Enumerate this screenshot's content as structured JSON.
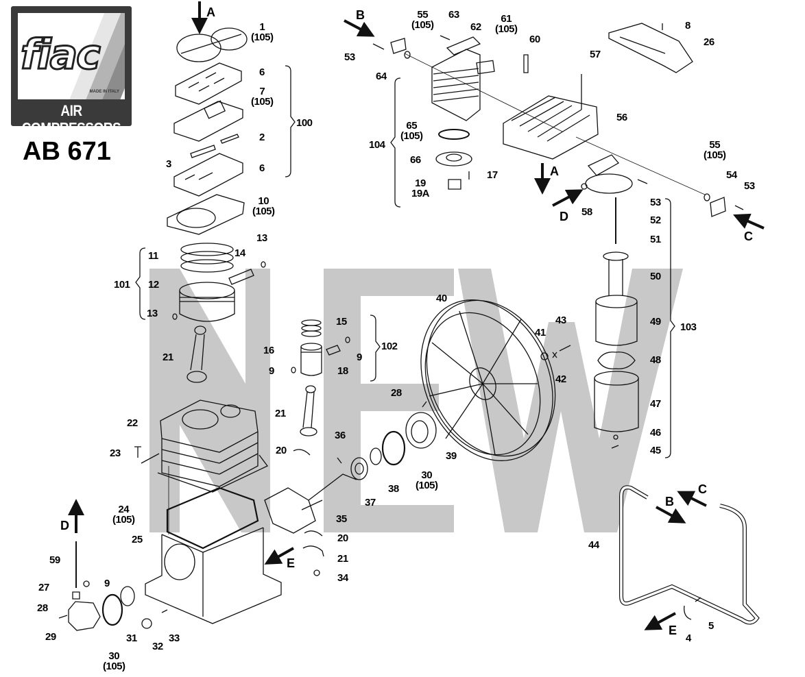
{
  "diagram": {
    "title_model": "AB 671",
    "watermark_text": "NEW",
    "watermark_color": "#c8c8c8",
    "logo": {
      "brand": "fiac",
      "tagline": "AIR COMPRESSORS",
      "made_in": "MADE IN ITALY",
      "frame_color": "#3a3a3a",
      "stripe_colors": [
        "#e6e6e6",
        "#b4b4b4",
        "#8c8c8c"
      ]
    },
    "view_arrows": [
      {
        "id": "A-top",
        "letter": "A"
      },
      {
        "id": "B-top",
        "letter": "B"
      },
      {
        "id": "A-head",
        "letter": "A"
      },
      {
        "id": "D-filter",
        "letter": "D"
      },
      {
        "id": "C-right",
        "letter": "C"
      },
      {
        "id": "D-left",
        "letter": "D"
      },
      {
        "id": "E-crank",
        "letter": "E"
      },
      {
        "id": "B-pipe",
        "letter": "B"
      },
      {
        "id": "C-pipe",
        "letter": "C"
      },
      {
        "id": "E-pipe",
        "letter": "E"
      }
    ],
    "callouts": [
      {
        "num": "1",
        "kit": "(105)"
      },
      {
        "num": "6",
        "kit": ""
      },
      {
        "num": "7",
        "kit": "(105)"
      },
      {
        "num": "2",
        "kit": ""
      },
      {
        "num": "3",
        "kit": ""
      },
      {
        "num": "6",
        "kit": ""
      },
      {
        "num": "10",
        "kit": "(105)"
      },
      {
        "num": "100",
        "kit": ""
      },
      {
        "num": "11",
        "kit": ""
      },
      {
        "num": "13",
        "kit": ""
      },
      {
        "num": "14",
        "kit": ""
      },
      {
        "num": "101",
        "kit": ""
      },
      {
        "num": "12",
        "kit": ""
      },
      {
        "num": "13",
        "kit": ""
      },
      {
        "num": "21",
        "kit": ""
      },
      {
        "num": "15",
        "kit": ""
      },
      {
        "num": "16",
        "kit": ""
      },
      {
        "num": "9",
        "kit": ""
      },
      {
        "num": "18",
        "kit": ""
      },
      {
        "num": "9",
        "kit": ""
      },
      {
        "num": "102",
        "kit": ""
      },
      {
        "num": "21",
        "kit": ""
      },
      {
        "num": "22",
        "kit": ""
      },
      {
        "num": "23",
        "kit": ""
      },
      {
        "num": "20",
        "kit": ""
      },
      {
        "num": "36",
        "kit": ""
      },
      {
        "num": "28",
        "kit": ""
      },
      {
        "num": "39",
        "kit": ""
      },
      {
        "num": "37",
        "kit": ""
      },
      {
        "num": "38",
        "kit": ""
      },
      {
        "num": "30",
        "kit": "(105)"
      },
      {
        "num": "35",
        "kit": ""
      },
      {
        "num": "20",
        "kit": ""
      },
      {
        "num": "21",
        "kit": ""
      },
      {
        "num": "34",
        "kit": ""
      },
      {
        "num": "24",
        "kit": "(105)"
      },
      {
        "num": "25",
        "kit": ""
      },
      {
        "num": "59",
        "kit": ""
      },
      {
        "num": "27",
        "kit": ""
      },
      {
        "num": "9",
        "kit": ""
      },
      {
        "num": "28",
        "kit": ""
      },
      {
        "num": "29",
        "kit": ""
      },
      {
        "num": "30",
        "kit": "(105)"
      },
      {
        "num": "31",
        "kit": ""
      },
      {
        "num": "32",
        "kit": ""
      },
      {
        "num": "33",
        "kit": ""
      },
      {
        "num": "53",
        "kit": ""
      },
      {
        "num": "55",
        "kit": "(105)"
      },
      {
        "num": "63",
        "kit": ""
      },
      {
        "num": "62",
        "kit": ""
      },
      {
        "num": "61",
        "kit": "(105)"
      },
      {
        "num": "60",
        "kit": ""
      },
      {
        "num": "64",
        "kit": ""
      },
      {
        "num": "104",
        "kit": ""
      },
      {
        "num": "65",
        "kit": "(105)"
      },
      {
        "num": "66",
        "kit": ""
      },
      {
        "num": "17",
        "kit": ""
      },
      {
        "num": "19",
        "kit": "19A"
      },
      {
        "num": "8",
        "kit": ""
      },
      {
        "num": "26",
        "kit": ""
      },
      {
        "num": "57",
        "kit": ""
      },
      {
        "num": "56",
        "kit": ""
      },
      {
        "num": "55",
        "kit": "(105)"
      },
      {
        "num": "54",
        "kit": ""
      },
      {
        "num": "53",
        "kit": ""
      },
      {
        "num": "53",
        "kit": ""
      },
      {
        "num": "58",
        "kit": ""
      },
      {
        "num": "52",
        "kit": ""
      },
      {
        "num": "51",
        "kit": ""
      },
      {
        "num": "50",
        "kit": ""
      },
      {
        "num": "40",
        "kit": ""
      },
      {
        "num": "49",
        "kit": ""
      },
      {
        "num": "103",
        "kit": ""
      },
      {
        "num": "43",
        "kit": ""
      },
      {
        "num": "41",
        "kit": ""
      },
      {
        "num": "42",
        "kit": ""
      },
      {
        "num": "48",
        "kit": ""
      },
      {
        "num": "47",
        "kit": ""
      },
      {
        "num": "46",
        "kit": ""
      },
      {
        "num": "45",
        "kit": ""
      },
      {
        "num": "44",
        "kit": ""
      },
      {
        "num": "5",
        "kit": ""
      },
      {
        "num": "4",
        "kit": ""
      }
    ]
  }
}
